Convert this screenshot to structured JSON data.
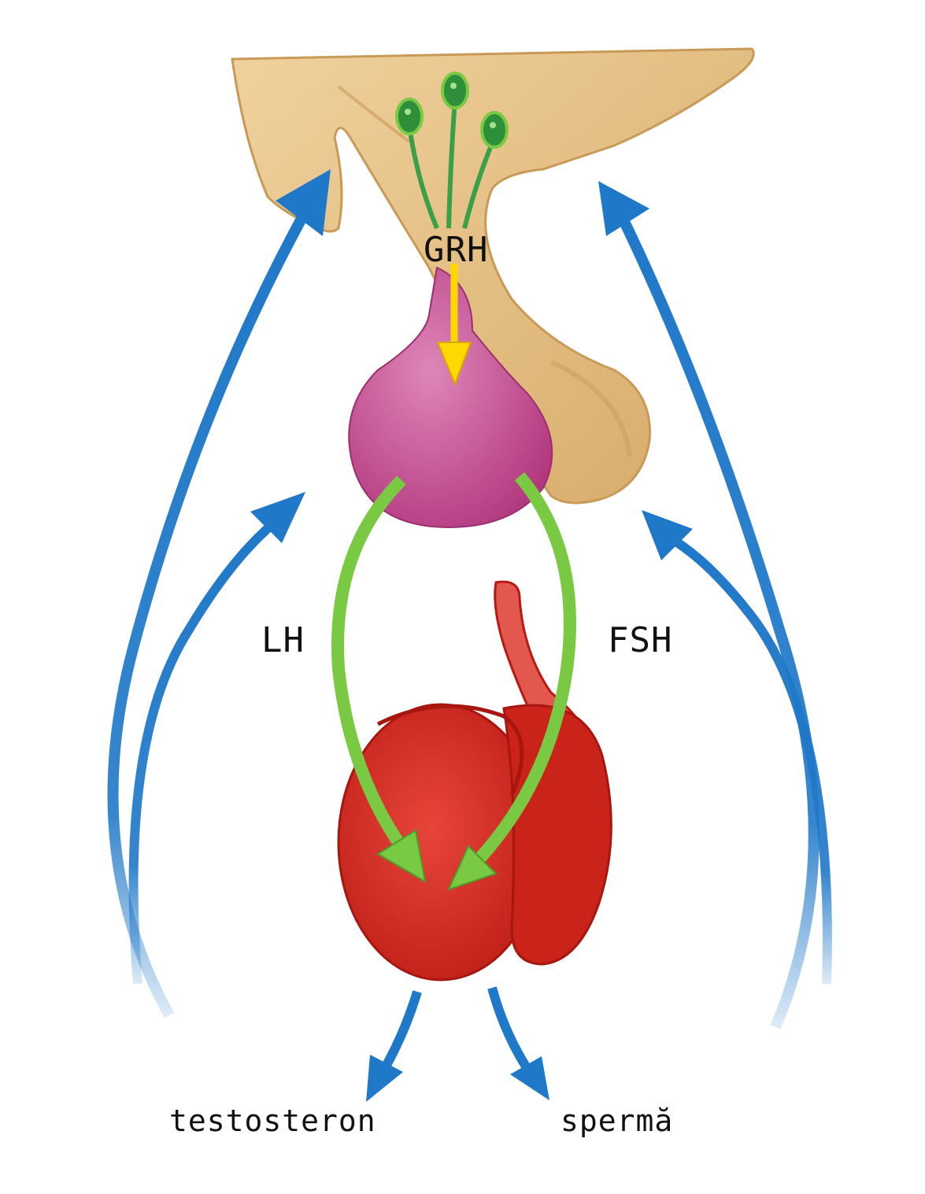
{
  "labels": {
    "grh": "GRH",
    "lh": "LH",
    "fsh": "FSH",
    "testosterone": "testosteron",
    "sperm": "spermă"
  },
  "colors": {
    "hypothalamus": "#e8c58e",
    "hypothalamus_shade": "#c99a57",
    "pituitary": "#c4498e",
    "pituitary_light": "#de86b8",
    "neurons": "#3aa046",
    "releasing_arrow": "#ffd800",
    "gonadotropin_arrows": "#7ac943",
    "feedback_arrows": "#1f78c8",
    "testis": "#d92a22",
    "testis_dark": "#a81610"
  }
}
